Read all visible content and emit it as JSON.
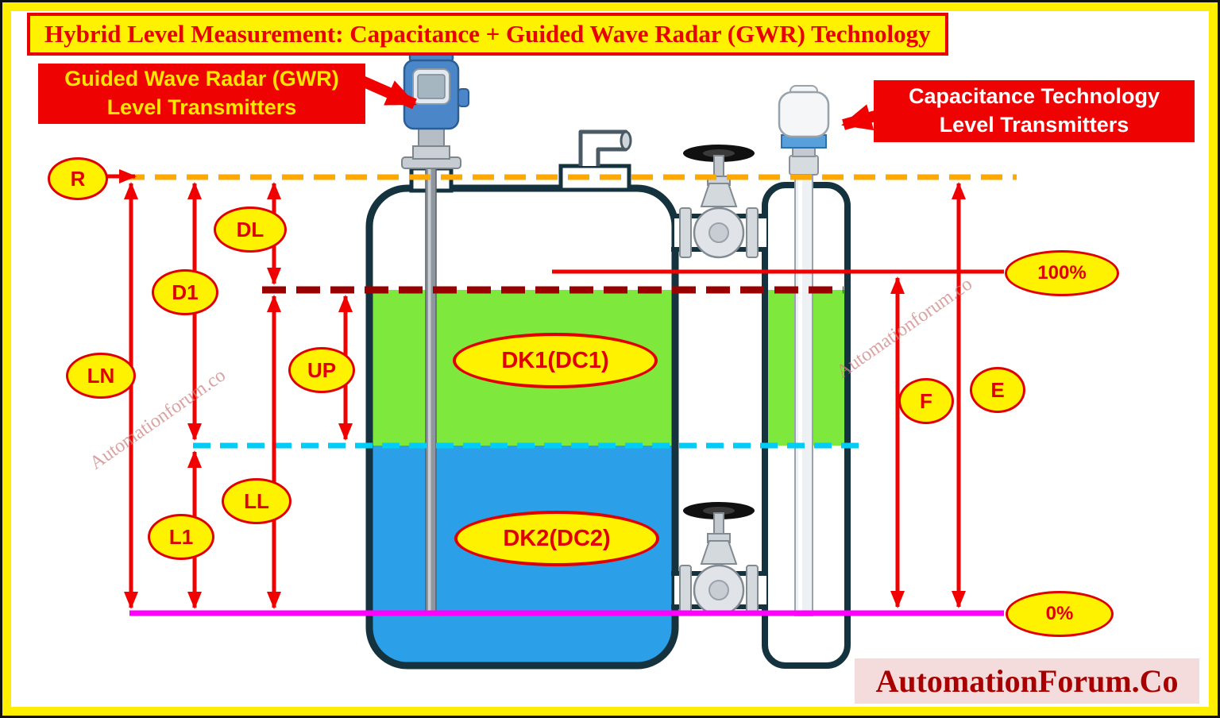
{
  "title": "Hybrid Level Measurement: Capacitance + Guided Wave Radar (GWR) Technology",
  "callouts": {
    "gwr": {
      "line1": "Guided Wave Radar (GWR)",
      "line2": "Level Transmitters"
    },
    "capacitance": {
      "line1": "Capacitance Technology",
      "line2": "Level Transmitters"
    }
  },
  "dimension_labels": {
    "R": "R",
    "DL": "DL",
    "D1": "D1",
    "LN": "LN",
    "UP": "UP",
    "LL": "LL",
    "L1": "L1",
    "F": "F",
    "E": "E"
  },
  "level_labels": {
    "full": "100%",
    "empty": "0%"
  },
  "tank_labels": {
    "upper_liquid": "DK1(DC1)",
    "lower_liquid": "DK2(DC2)"
  },
  "watermark": "Automationforum.co",
  "brand": "AutomationForum.Co",
  "colors": {
    "accent_red": "#F10000",
    "label_yellow": "#FFF200",
    "reference_line_orange": "#FFA800",
    "level_100_dark_red": "#990000",
    "interface_cyan": "#00CCF5",
    "level_0_magenta": "#FF00FF",
    "upper_liquid_green": "#7FE83C",
    "lower_liquid_blue": "#2B9FE8"
  }
}
